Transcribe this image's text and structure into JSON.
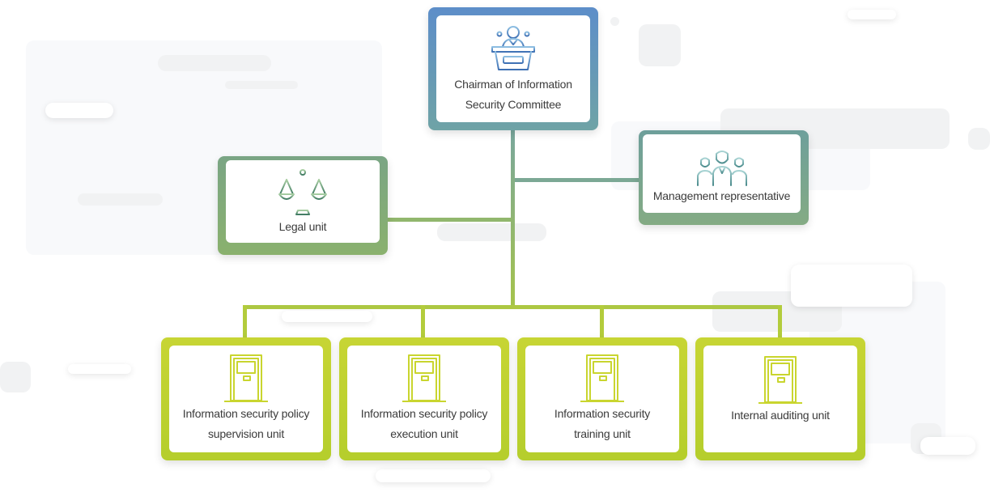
{
  "nodes": {
    "chairman": {
      "label_line1": "Chairman of Information",
      "label_line2": "Security Committee",
      "icon": "speaker-podium-icon"
    },
    "management": {
      "label": "Management representative",
      "icon": "team-people-icon"
    },
    "legal": {
      "label": "Legal unit",
      "icon": "scales-of-justice-icon"
    },
    "units": [
      {
        "line1": "Information security policy",
        "line2": "supervision unit",
        "icon": "door-icon"
      },
      {
        "line1": "Information security policy",
        "line2": "execution unit",
        "icon": "door-icon"
      },
      {
        "line1": "Information security",
        "line2": "training unit",
        "icon": "door-icon"
      },
      {
        "line1": "Internal auditing unit",
        "line2": "",
        "icon": "door-icon"
      }
    ]
  },
  "colors": {
    "chairman_frame": "#5d8ec9",
    "management_frame": "#6e9f9b",
    "legal_frame": "#8ab16e",
    "unit_frame": "#c2d432",
    "connector_top": "#79a79d",
    "connector_bottom": "#a6c44a",
    "icon_blue": "#4f86c6",
    "icon_teal": "#5f9ea0",
    "icon_green": "#6d9e78",
    "icon_yellow": "#c8d42e"
  }
}
